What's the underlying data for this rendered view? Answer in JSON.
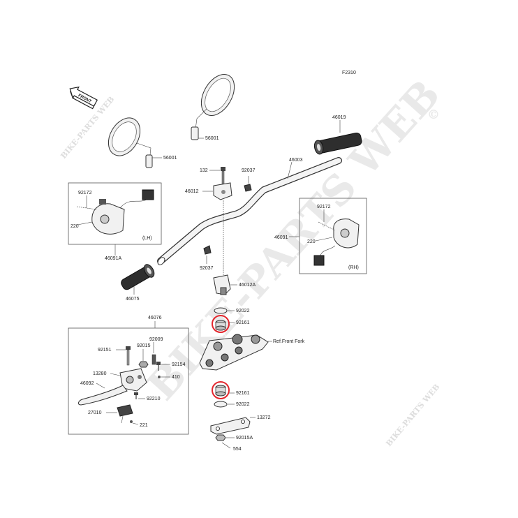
{
  "diagram": {
    "figure_code": "F2310",
    "front_label": "FRONT",
    "watermark": {
      "large": "BIKE-PARTS WEB",
      "small": "BIKE-PARTS WEB",
      "copyright": "©"
    },
    "callouts": {
      "mirror_left": "56001",
      "mirror_right": "56001",
      "grip_right": "46019",
      "handlebar": "46003",
      "bolt_132": "132",
      "clamp_upper": "46012",
      "clip_top": "92037",
      "clip_bottom": "92037",
      "clamp_lower": "46012A",
      "grip_left": "46075",
      "switch_lh_part": "46091A",
      "switch_lh_screw": "92172",
      "switch_lh_220": "220",
      "switch_lh_side": "(LH)",
      "switch_rh_part": "46091",
      "switch_rh_screw": "92172",
      "switch_rh_220": "220",
      "switch_rh_side": "(RH)",
      "washer_upper": "92022",
      "bushing_upper": "92161",
      "ref_front_fork": "Ref.Front Fork",
      "bushing_lower": "92161",
      "washer_lower": "92022",
      "plate": "13272",
      "nut": "92015A",
      "nut_554": "554",
      "lever_assy": "46076",
      "bolt_92151": "92151",
      "nut_92015": "92015",
      "screw_92009": "92009",
      "holder_13280": "13280",
      "screw_92154": "92154",
      "part_410": "410",
      "lever_46092": "46092",
      "screw_92210": "92210",
      "switch_27010": "27010",
      "part_221": "221"
    },
    "highlight_color": "#e3262d"
  }
}
